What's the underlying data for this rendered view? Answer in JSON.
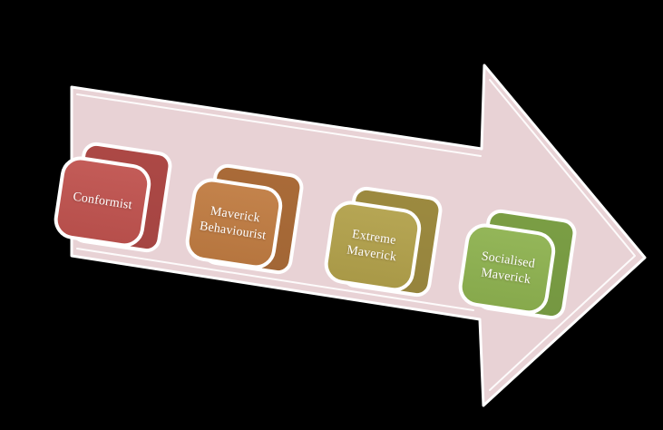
{
  "diagram": {
    "background_color": "#000000",
    "arrow": {
      "name": "process-arrow",
      "fill": "#e8d2d5",
      "outline_color": "#ffffff"
    },
    "text_color": "#ffffff",
    "steps": [
      {
        "label": "Conformist",
        "front_color": "#c0534f",
        "back_color": "#b34b48"
      },
      {
        "label": "Maverick\nBehaviourist",
        "front_color": "#c07c42",
        "back_color": "#b06f3a"
      },
      {
        "label": "Extreme\nMaverick",
        "front_color": "#b2a14b",
        "back_color": "#a28f42"
      },
      {
        "label": "Socialised\nMaverick",
        "front_color": "#8eb250",
        "back_color": "#7fa447"
      }
    ]
  }
}
